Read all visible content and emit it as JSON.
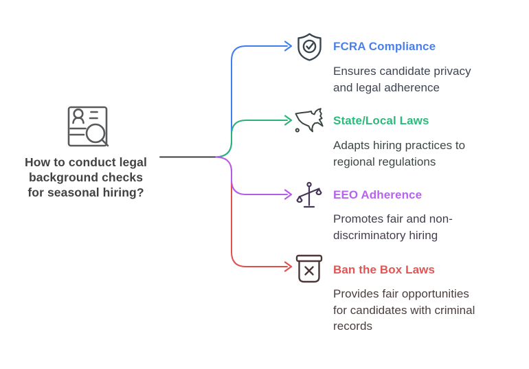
{
  "topic": {
    "question": "How to conduct legal\nbackground checks\nfor seasonal hiring?",
    "icon": "background-check-document-icon",
    "icon_color": "#58595b",
    "text_color": "#424242"
  },
  "connector": {
    "trunk_color": "#3d3d3d"
  },
  "branches": [
    {
      "label": "FCRA Compliance",
      "description": "Ensures candidate privacy\nand legal adherence",
      "label_color": "#4b80ea",
      "line_color": "#3f7ef0",
      "desc_color": "#3e4450",
      "icon": "shield-check-icon",
      "icon_color": "#36454f"
    },
    {
      "label": "State/Local Laws",
      "description": "Adapts hiring practices to\nregional regulations",
      "label_color": "#2cba7d",
      "line_color": "#2cb279",
      "desc_color": "#3d4742",
      "icon": "usa-map-icon",
      "icon_color": "#3a453e"
    },
    {
      "label": "EEO Adherence",
      "description": "Promotes fair and non-\ndiscriminatory hiring",
      "label_color": "#b763ee",
      "line_color": "#b25ce8",
      "desc_color": "#453c4e",
      "icon": "scales-of-justice-icon",
      "icon_color": "#46375a"
    },
    {
      "label": "Ban the Box Laws",
      "description": "Provides fair opportunities\nfor candidates with criminal\nrecords",
      "label_color": "#e25555",
      "line_color": "#e14f4c",
      "desc_color": "#4a3d3d",
      "icon": "ballot-box-x-icon",
      "icon_color": "#4a3837"
    }
  ]
}
